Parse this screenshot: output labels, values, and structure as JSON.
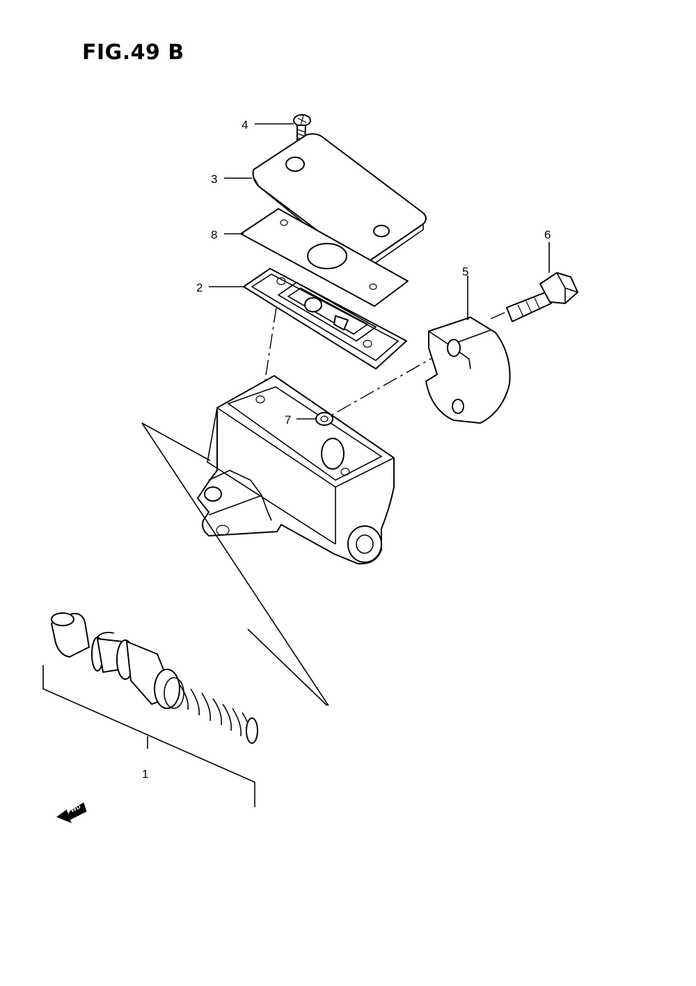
{
  "figure": {
    "title": "FIG.49 B"
  },
  "callouts": [
    {
      "id": "1",
      "label": "1"
    },
    {
      "id": "2",
      "label": "2"
    },
    {
      "id": "3",
      "label": "3"
    },
    {
      "id": "4",
      "label": "4"
    },
    {
      "id": "5",
      "label": "5"
    },
    {
      "id": "6",
      "label": "6"
    },
    {
      "id": "7",
      "label": "7"
    },
    {
      "id": "8",
      "label": "8"
    }
  ],
  "fwd_marker": {
    "label": "FWD"
  }
}
